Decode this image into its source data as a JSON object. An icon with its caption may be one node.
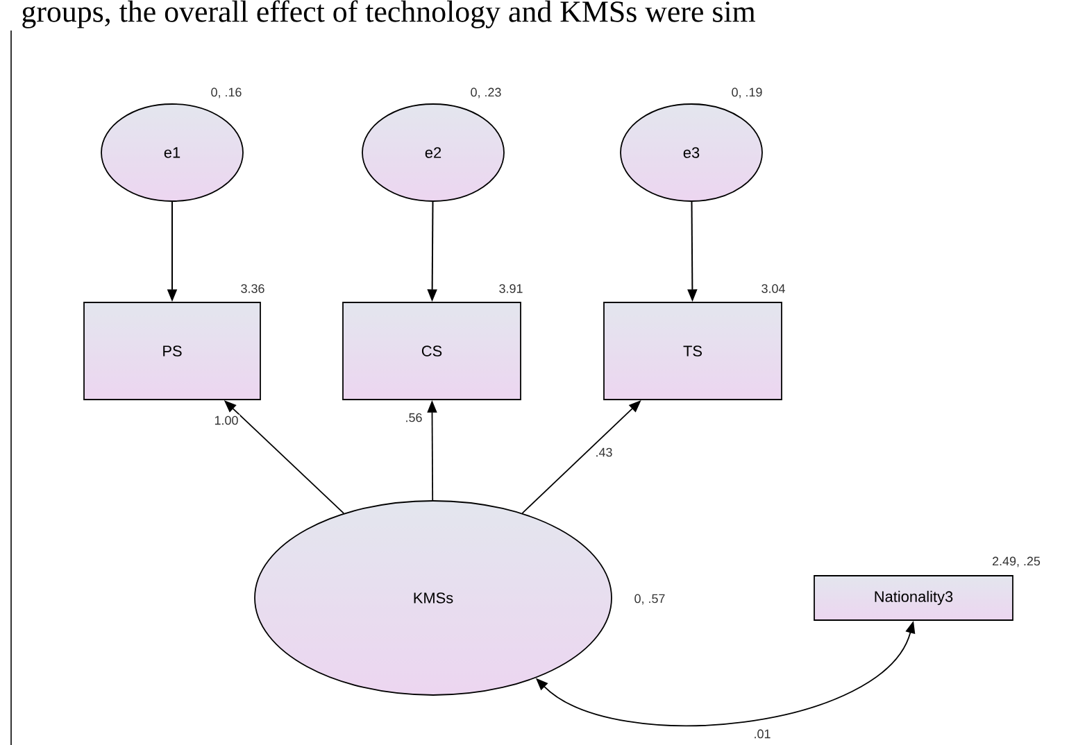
{
  "diagram": {
    "nodes": [
      {
        "text": [
          "e1"
        ],
        "beside": [
          "0, .16"
        ]
      },
      {
        "text": [
          "e2"
        ],
        "beside": [
          "0, .23"
        ]
      },
      {
        "text": [
          "e3"
        ],
        "beside": [
          "0, .19"
        ]
      },
      {
        "text": [
          "PS"
        ],
        "beside": [
          "3.36"
        ]
      },
      {
        "text": [
          "CS"
        ],
        "beside": [
          "3.91"
        ]
      },
      {
        "text": [
          "TS"
        ],
        "beside": [
          "3.04"
        ]
      },
      {
        "text": [
          "KMSs"
        ],
        "beside": [
          "0, .57"
        ]
      },
      {
        "text": [
          "Nationality3"
        ],
        "beside": [
          "2.49, .25"
        ]
      }
    ],
    "edges": [
      {
        "from": 0,
        "to": 3,
        "arrow": "to"
      },
      {
        "from": 1,
        "to": 4,
        "arrow": "to"
      },
      {
        "from": 2,
        "to": 5,
        "arrow": "to"
      },
      {
        "from": 6,
        "to": 3,
        "arrow": "to",
        "label": "1.00"
      },
      {
        "from": 6,
        "to": 4,
        "arrow": "to",
        "label": ".56"
      },
      {
        "from": 6,
        "to": 5,
        "arrow": "to",
        "label": ".43"
      },
      {
        "from": 6,
        "to": 7,
        "arrow": "both",
        "label": ".01"
      }
    ],
    "labels": [
      "groups, the overall effect of technology and KMSs were sim"
    ]
  }
}
